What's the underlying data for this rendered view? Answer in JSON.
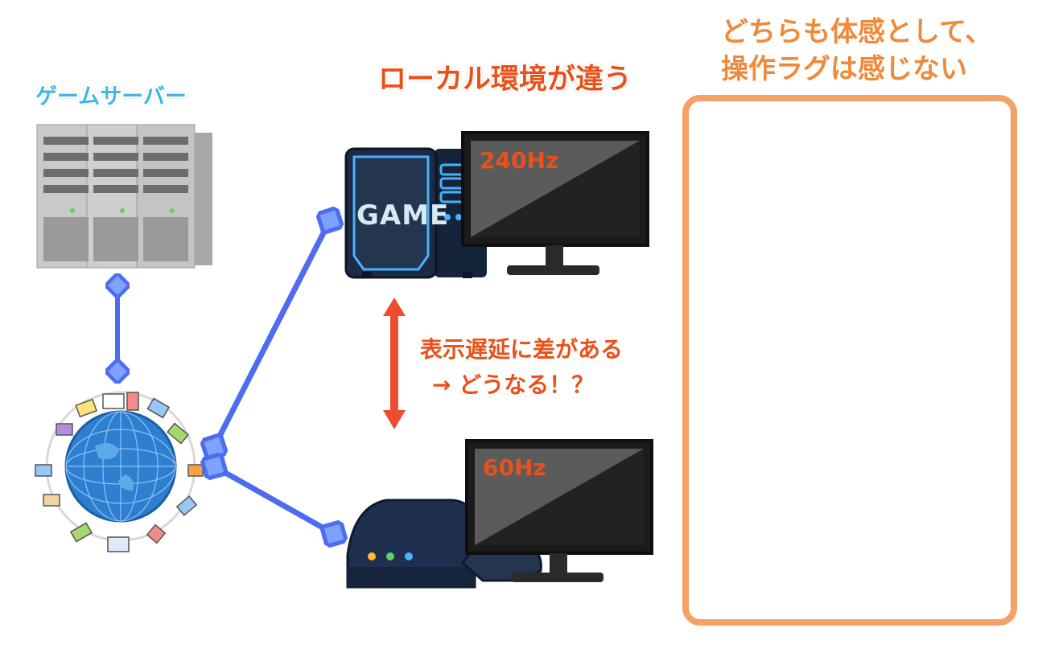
{
  "labels": {
    "server_title": "ゲームサーバー",
    "local_title": "ローカル環境が違う",
    "delay_line1": "表示遅延に差がある",
    "delay_line2": "→ どうなる！？",
    "right_title_line1": "どちらも体感として、",
    "right_title_line2": "操作ラグは感じない",
    "hz_top": "240Hz",
    "hz_bottom": "60Hz",
    "game_label": "GAME"
  },
  "colors": {
    "server_title": "#3fb8e4",
    "local_title": "#e8521a",
    "right_title": "#ef8a38",
    "panel_border": "#f5a066",
    "connector": "#4d6cf0",
    "connector_light": "#9db4ff",
    "delay_arrow": "#ef4b2f",
    "monitor_top_player": "#5a5a5a",
    "monitor_bottom_player": "#2aa3d9"
  },
  "icons": {
    "server": "server-rack-icon",
    "globe": "network-globe-icon",
    "gaming_pc": "gaming-pc-icon",
    "console": "game-console-icon",
    "monitor": "monitor-icon",
    "player": "gamer-player-icon"
  }
}
